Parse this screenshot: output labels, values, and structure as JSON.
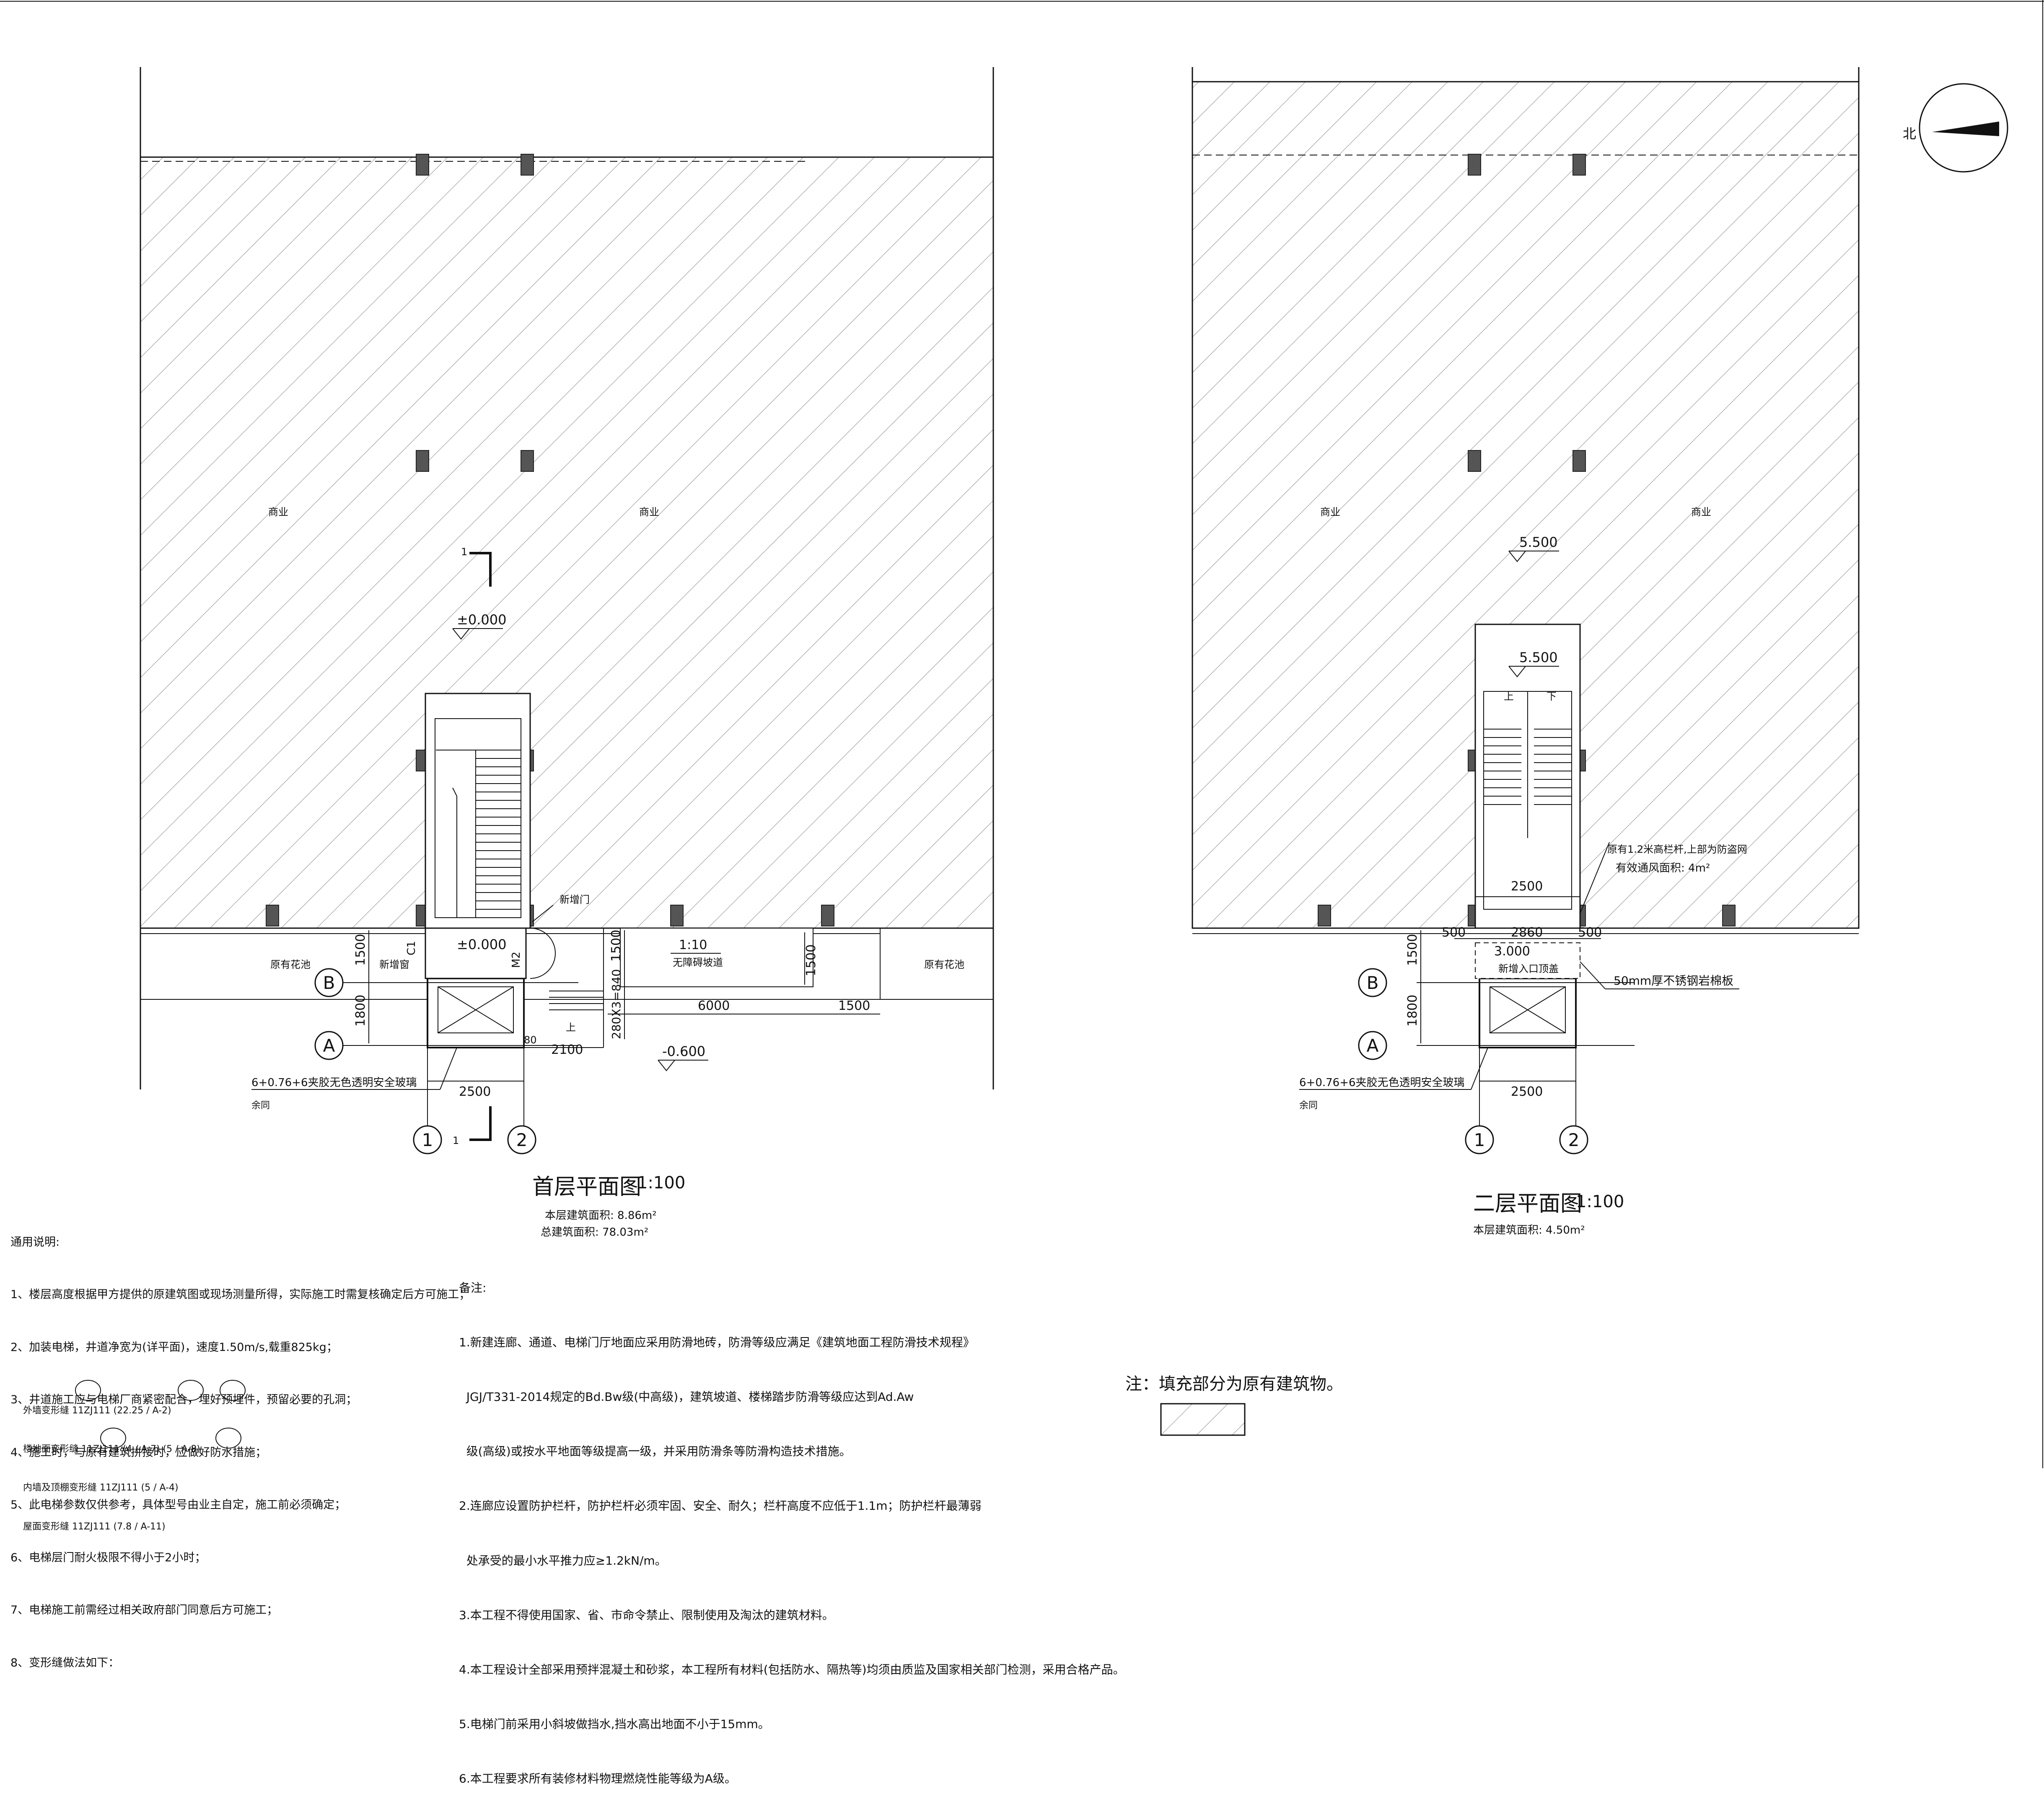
{
  "plan1": {
    "title": "首层平面图",
    "scale": "1:100",
    "area_floor": "本层建筑面积: 8.86m²",
    "area_total": "总建筑面积: 78.03m²",
    "room_left": "商业",
    "room_right": "商业",
    "elev_main": "±0.000",
    "elev_entry": "±0.000",
    "elev_outside": "-0.600",
    "garden_left": "原有花池",
    "garden_right": "原有花池",
    "new_door": "新增门",
    "new_window": "新增窗",
    "door_code": "M2",
    "window_code": "C1",
    "ramp_slope": "1:10",
    "ramp_label": "无障碍坡道",
    "up_label": "上",
    "glass_note": "6+0.76+6夹胶无色透明安全玻璃",
    "glass_note2": "余同",
    "section_mark": "1",
    "dims": {
      "d1500a": "1500",
      "d1800": "1800",
      "d2500": "2500",
      "d2100": "2100",
      "d6000": "6000",
      "d1500b": "1500",
      "d1500c": "1500",
      "d1500d": "1500",
      "dstair": "280X3=840",
      "d80": "80"
    },
    "axes": {
      "row_b": "B",
      "row_a": "A",
      "col_1": "1",
      "col_2": "2"
    }
  },
  "plan2": {
    "title": "二层平面图",
    "scale": "1:100",
    "area_floor": "本层建筑面积: 4.50m²",
    "room_left": "商业",
    "room_right": "商业",
    "elev_main": "5.500",
    "elev_stair": "5.500",
    "elev_canopy": "3.000",
    "canopy_label": "新增入口顶盖",
    "canopy_material": "50mm厚不锈钢岩棉板",
    "rail_note1": "原有1.2米高栏杆,上部为防盗网",
    "rail_note2": "有效通风面积: 4m²",
    "up_label": "上",
    "down_label": "下",
    "glass_note": "6+0.76+6夹胶无色透明安全玻璃",
    "glass_note2": "余同",
    "dims": {
      "d2500top": "2500",
      "d500a": "500",
      "d2860": "2860",
      "d500b": "500",
      "d1500": "1500",
      "d1800": "1800",
      "d2500": "2500"
    },
    "axes": {
      "row_b": "B",
      "row_a": "A",
      "col_1": "1",
      "col_2": "2"
    }
  },
  "north": "北",
  "general_notes": {
    "heading": "通用说明:",
    "items": [
      "1、楼层高度根据甲方提供的原建筑图或现场测量所得，实际施工时需复核确定后方可施工；",
      "2、加装电梯，井道净宽为(详平面)，速度1.50m/s,载重825kg；",
      "3、井道施工应与电梯厂商紧密配合，埋好预埋件，预留必要的孔洞；",
      "4、施工时，与原有建筑拼接时，应做好防水措施；",
      "5、此电梯参数仅供参考，具体型号由业主自定，施工前必须确定；",
      "6、电梯层门耐火极限不得小于2小时；",
      "7、电梯施工前需经过相关政府部门同意后方可施工；",
      "8、变形缝做法如下："
    ],
    "joint_refs": [
      "外墙变形缝 11ZJ111 (22.25 / A-2)",
      "楼地面变形缝 11ZJ111 (4 / A-7) (5 / A-8)",
      "内墙及顶棚变形缝 11ZJ111 (5 / A-4)",
      "屋面变形缝 11ZJ111 (7.8 / A-11)"
    ]
  },
  "remarks": {
    "heading": "备注:",
    "items": [
      "1.新建连廊、通道、电梯门厅地面应采用防滑地砖，防滑等级应满足《建筑地面工程防滑技术规程》",
      "  JGJ/T331-2014规定的Bd.Bw级(中高级)，建筑坡道、楼梯踏步防滑等级应达到Ad.Aw",
      "  级(高级)或按水平地面等级提高一级，并采用防滑条等防滑构造技术措施。",
      "2.连廊应设置防护栏杆，防护栏杆必须牢固、安全、耐久；栏杆高度不应低于1.1m；防护栏杆最薄弱",
      "  处承受的最小水平推力应≥1.2kN/m。",
      "3.本工程不得使用国家、省、市命令禁止、限制使用及淘汰的建筑材料。",
      "4.本工程设计全部采用预拌混凝土和砂浆，本工程所有材料(包括防水、隔热等)均须由质监及国家相关部门检测，采用合格产品。",
      "5.电梯门前采用小斜坡做挡水,挡水高出地面不小于15mm。",
      "6.本工程要求所有装修材料物理燃烧性能等级为A级。"
    ]
  },
  "legend_note": "注：填充部分为原有建筑物。"
}
